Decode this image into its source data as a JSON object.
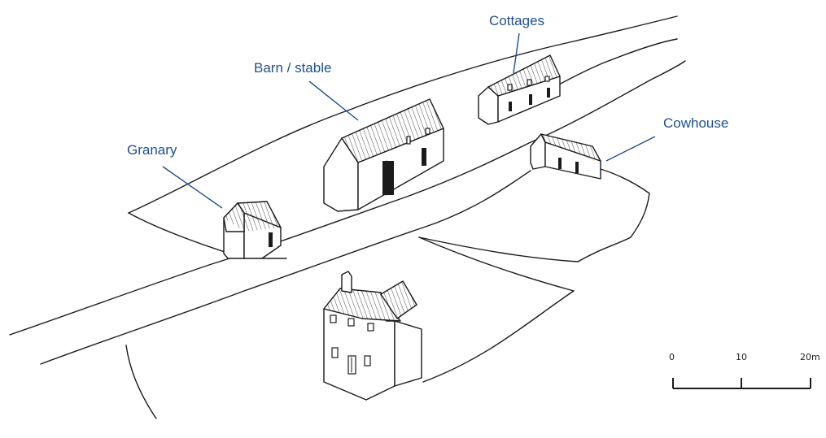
{
  "labels": {
    "cottages": "Cottages",
    "barn": "Barn / stable",
    "granary": "Granary",
    "cowhouse": "Cowhouse"
  },
  "scale_bar": {
    "ticks": [
      "0",
      "10",
      "20m"
    ]
  },
  "colors": {
    "label_blue": "#1f4f8a",
    "ink": "#1b1b1b"
  }
}
